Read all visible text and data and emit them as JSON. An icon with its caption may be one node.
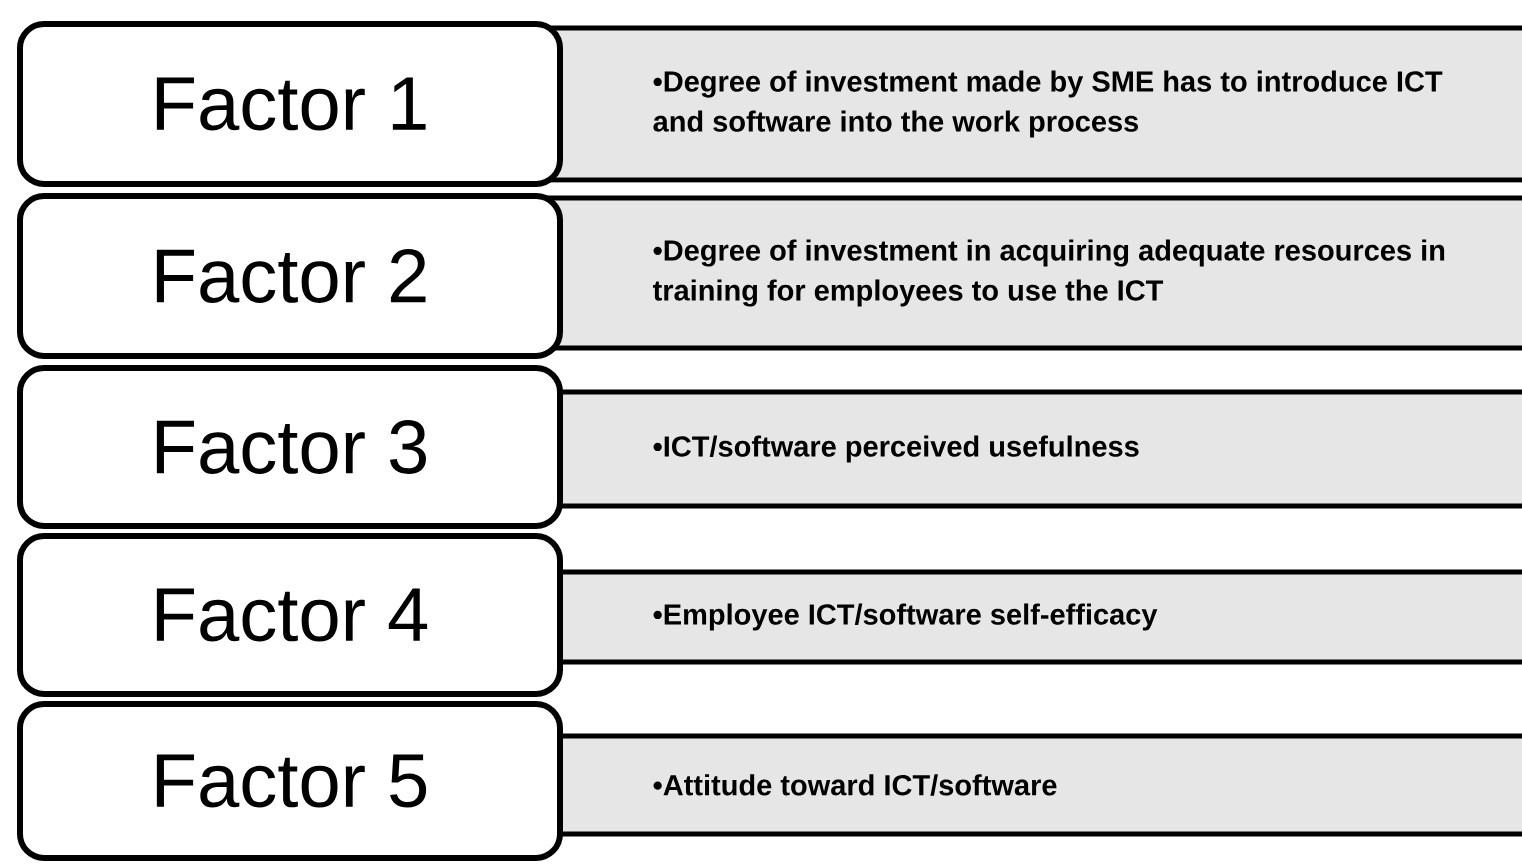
{
  "diagram": {
    "nodes": [
      {
        "text": [
          "Factor 1"
        ]
      },
      {
        "text": [
          "•Degree of investment made by SME has to introduce ICT and software into the work process"
        ]
      },
      {
        "text": [
          "Factor 2"
        ]
      },
      {
        "text": [
          "•Degree of investment in acquiring adequate resources in training for employees to use the ICT"
        ]
      },
      {
        "text": [
          "Factor 3"
        ]
      },
      {
        "text": [
          "•ICT/software perceived usefulness"
        ]
      },
      {
        "text": [
          "Factor 4"
        ]
      },
      {
        "text": [
          "•Employee ICT/software self-efficacy"
        ]
      },
      {
        "text": [
          "Factor 5"
        ]
      },
      {
        "text": [
          "•Attitude toward ICT/software"
        ]
      }
    ]
  }
}
